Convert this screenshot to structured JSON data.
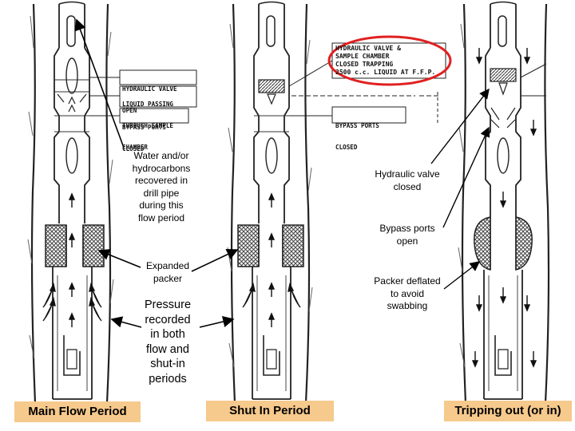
{
  "colors": {
    "caption_bg": "#f6c98c",
    "highlight_ring": "#e02020",
    "packer_hatch": "#555555",
    "ink": "#111111"
  },
  "panels": [
    {
      "caption": "Main Flow Period"
    },
    {
      "caption": "Shut In Period"
    },
    {
      "caption": "Tripping out (or in)"
    }
  ],
  "tool_tags": {
    "hydraulic_valve_open": [
      "HYDRAULIC VALVE",
      "OPEN"
    ],
    "liquid_passing": [
      "LIQUID PASSING",
      "THROUGH SAMPLE",
      "CHAMBER"
    ],
    "bypass_closed_left": [
      "BYPASS PORTS",
      "CLOSED"
    ],
    "valve_chamber_closed": [
      "HYDRAULIC VALVE &",
      "SAMPLE CHAMBER",
      "CLOSED TRAPPING",
      "2500 c.c. LIQUID AT F.F.P."
    ],
    "bypass_closed_mid": [
      "BYPASS PORTS",
      "CLOSED"
    ]
  },
  "annotations": {
    "water_hydrocarbons": [
      "Water and/or",
      "hydrocarbons",
      "recovered in",
      "drill pipe",
      "during this",
      "flow period"
    ],
    "expanded_packer": [
      "Expanded",
      "packer"
    ],
    "pressure_recorded": [
      "Pressure",
      "recorded",
      "in both",
      "flow and",
      "shut-in",
      "periods"
    ],
    "hydraulic_valve_closed": [
      "Hydraulic valve",
      "closed"
    ],
    "bypass_open": [
      "Bypass ports",
      "open"
    ],
    "packer_deflated": [
      "Packer deflated",
      "to avoid",
      "swabbing"
    ]
  }
}
